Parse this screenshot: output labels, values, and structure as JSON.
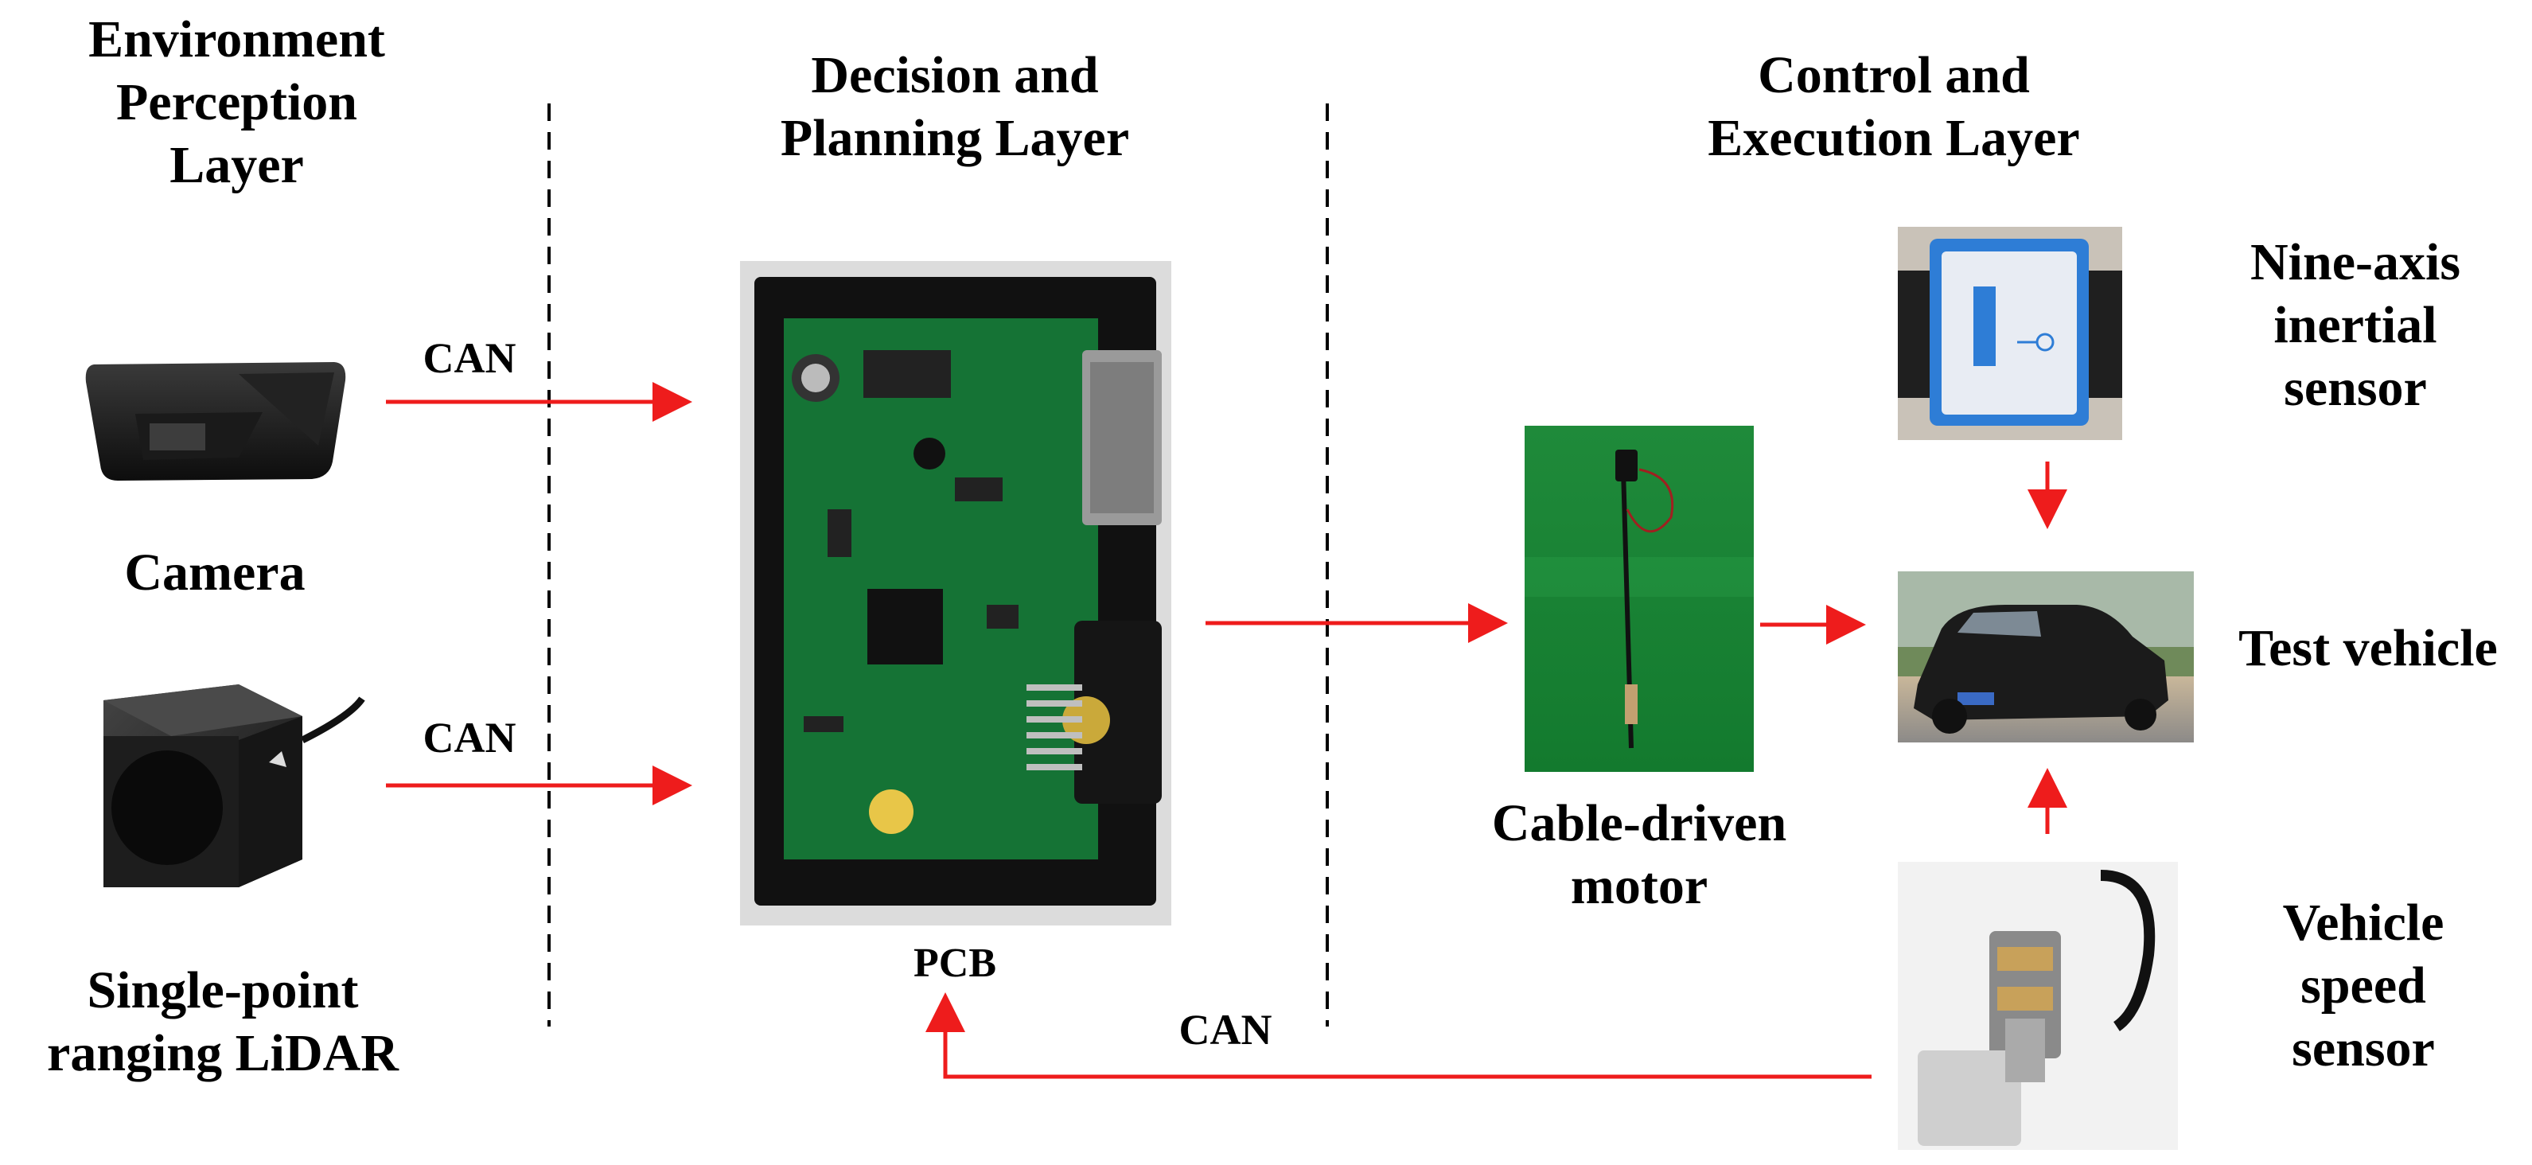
{
  "layers": {
    "perception": "Environment\nPerception\nLayer",
    "decision": "Decision and\nPlanning Layer",
    "control": "Control and\nExecution Layer"
  },
  "components": {
    "camera": "Camera",
    "lidar": "Single-point\nranging LiDAR",
    "pcb": "PCB",
    "motor": "Cable-driven\nmotor",
    "imu": "Nine-axis\ninertial\nsensor",
    "vehicle": "Test vehicle",
    "speed_sensor": "Vehicle\nspeed\nsensor"
  },
  "connections": {
    "camera_to_pcb": "CAN",
    "lidar_to_pcb": "CAN",
    "speed_to_pcb": "CAN"
  },
  "colors": {
    "arrow": "#ee1c1c",
    "divider": "#000000"
  }
}
